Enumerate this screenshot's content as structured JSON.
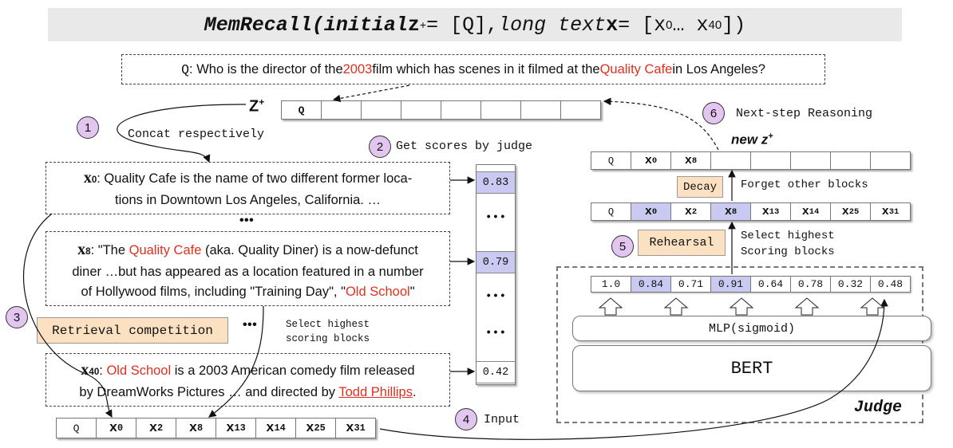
{
  "title": {
    "name": "MemRecall",
    "open": " (initial ",
    "z": "z",
    "plus": "+",
    "eq_q": " = [Q], ",
    "long": "long text ",
    "x": "x",
    "eq_x": " = [x",
    "sub0": "0",
    "ellipsis": " … x",
    "sub40": "40",
    "close": "])"
  },
  "question": {
    "q": "Q",
    "pre": ": Who is the director of the ",
    "year": "2003",
    "mid": " film which has scenes in it filmed at the ",
    "place": "Quality Cafe",
    "post": " in Los Angeles?"
  },
  "zplus": {
    "z": "Z",
    "plus": "+",
    "cells": [
      "Q",
      "",
      "",
      "",
      "",
      "",
      "",
      ""
    ]
  },
  "steps": {
    "s1": "1",
    "s1_label": "Concat respectively",
    "s2": "2",
    "s2_label": "Get scores by judge",
    "s3": "3",
    "s4": "4",
    "s4_label": "Input",
    "s5": "5",
    "s5_label_1": "Select highest",
    "s5_label_2": "Scoring blocks",
    "s6": "6",
    "s6_label": "Next-step Reasoning"
  },
  "block_x0": {
    "id": "x",
    "sub": "0",
    "line1": ": Quality Cafe is the name of two different former loca-",
    "line2": "tions in Downtown Los Angeles, California. …"
  },
  "dots_mid": "• • •",
  "block_x8": {
    "id": "x",
    "sub": "8",
    "l1_pre": ": \"The ",
    "l1_red": "Quality Cafe",
    "l1_post": " (aka. Quality Diner) is a now-defunct",
    "line2": "diner …but has appeared as a location featured in a number",
    "l3_pre": "of Hollywood films, including \"Training Day\", \"",
    "l3_red": "Old School",
    "l3_post": "\""
  },
  "retrieval_label": "Retrieval competition",
  "dots_retrieval": "• • •",
  "select_label_1": "Select highest",
  "select_label_2": "scoring blocks",
  "block_x40": {
    "id": "x",
    "sub": "40",
    "l1_pre": ": ",
    "l1_red": "Old School",
    "l1_post": " is a 2003 American comedy film released",
    "l2_pre": "by DreamWorks Pictures … and directed by ",
    "l2_red": "Todd Phillips",
    "l2_post": "."
  },
  "scores": {
    "s0": "0.83",
    "s8": "0.79",
    "s40": "0.42",
    "dots": "• • •"
  },
  "input_row": [
    {
      "t": "Q",
      "s": ""
    },
    {
      "t": "x",
      "s": "0"
    },
    {
      "t": "x",
      "s": "2"
    },
    {
      "t": "x",
      "s": "8"
    },
    {
      "t": "x",
      "s": "13"
    },
    {
      "t": "x",
      "s": "14"
    },
    {
      "t": "x",
      "s": "25"
    },
    {
      "t": "x",
      "s": "31"
    }
  ],
  "new_z": {
    "label": "new z",
    "plus": "+"
  },
  "newz_row": [
    {
      "t": "Q",
      "s": ""
    },
    {
      "t": "x",
      "s": "0"
    },
    {
      "t": "x",
      "s": "8"
    },
    {
      "t": "",
      "s": ""
    },
    {
      "t": "",
      "s": ""
    },
    {
      "t": "",
      "s": ""
    },
    {
      "t": "",
      "s": ""
    },
    {
      "t": "",
      "s": ""
    }
  ],
  "decay_label": "Decay",
  "forget_label": "Forget other blocks",
  "rehearsal_row": [
    {
      "t": "Q",
      "s": "",
      "hl": false
    },
    {
      "t": "x",
      "s": "0",
      "hl": true
    },
    {
      "t": "x",
      "s": "2",
      "hl": false
    },
    {
      "t": "x",
      "s": "8",
      "hl": true
    },
    {
      "t": "x",
      "s": "13",
      "hl": false
    },
    {
      "t": "x",
      "s": "14",
      "hl": false
    },
    {
      "t": "x",
      "s": "25",
      "hl": false
    },
    {
      "t": "x",
      "s": "31",
      "hl": false
    }
  ],
  "rehearsal_label": "Rehearsal",
  "judge_scores": [
    {
      "v": "1.0",
      "hl": false
    },
    {
      "v": "0.84",
      "hl": true
    },
    {
      "v": "0.71",
      "hl": false
    },
    {
      "v": "0.91",
      "hl": true
    },
    {
      "v": "0.64",
      "hl": false
    },
    {
      "v": "0.78",
      "hl": false
    },
    {
      "v": "0.32",
      "hl": false
    },
    {
      "v": "0.48",
      "hl": false
    }
  ],
  "mlp_label": "MLP(sigmoid)",
  "bert_label": "BERT",
  "judge_label": "Judge",
  "colors": {
    "accent_red": "#e0301e",
    "highlight": "#c9c9f2",
    "peach": "#fbe0c2",
    "step_circle": "#e2c6ef"
  }
}
